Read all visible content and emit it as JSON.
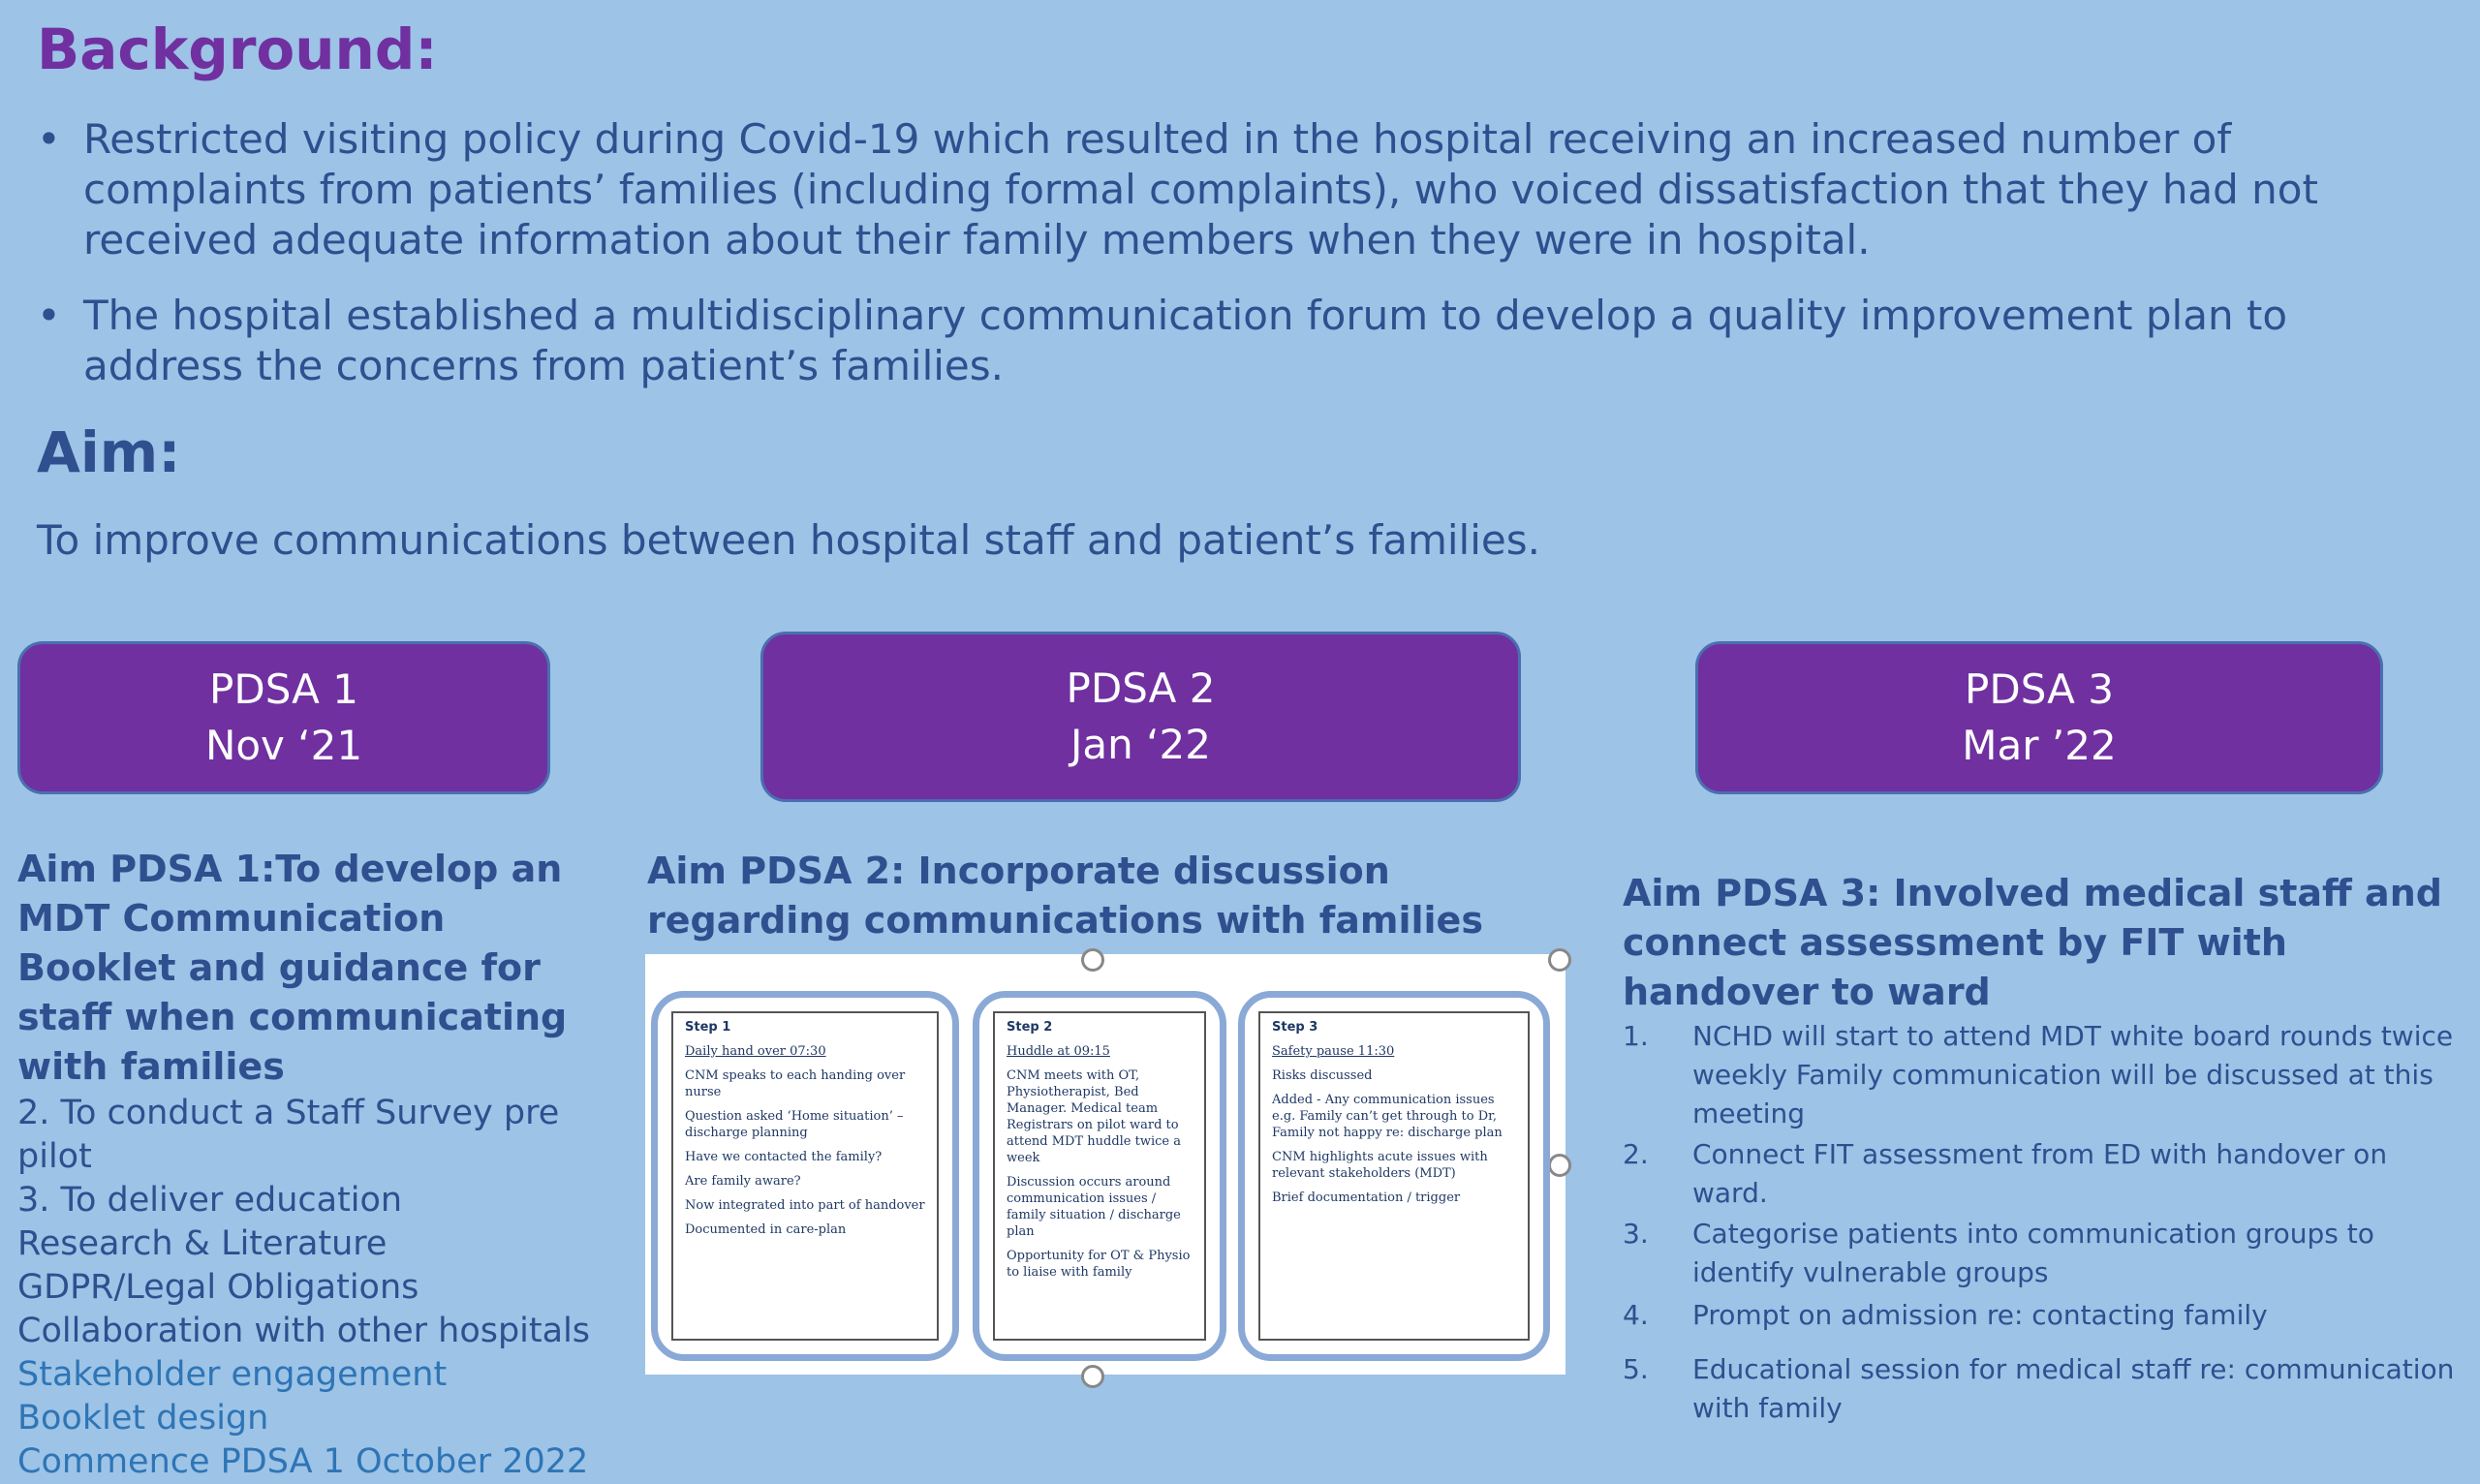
{
  "background": {
    "heading": "Background:",
    "bullets": [
      "Restricted visiting policy during Covid-19 which resulted in the hospital receiving an increased number of complaints from patients’ families (including formal complaints), who voiced dissatisfaction that they had not received adequate information about their family members when they were in hospital.",
      "The hospital established a multidisciplinary communication forum to develop a quality improvement plan to address the concerns from patient’s families."
    ]
  },
  "aim": {
    "heading": "Aim:",
    "text": "To improve communications between hospital staff and patient’s families."
  },
  "pdsa_buttons": [
    {
      "line1": "PDSA 1",
      "line2": "Nov ‘21"
    },
    {
      "line1": "PDSA 2",
      "line2": "Jan ‘22"
    },
    {
      "line1": "PDSA 3",
      "line2": "Mar ’22"
    }
  ],
  "col1": {
    "title": "Aim PDSA 1:To develop an MDT Communication Booklet and guidance for staff when communicating with families",
    "items": [
      "2. To conduct a Staff Survey pre pilot",
      "3. To  deliver education",
      "Research & Literature",
      "GDPR/Legal Obligations",
      "Collaboration with other hospitals",
      "Stakeholder engagement",
      "Booklet design",
      "Commence PDSA 1 October 2022"
    ]
  },
  "col2": {
    "title": "Aim PDSA 2: Incorporate discussion regarding communications with families",
    "steps": [
      {
        "title": "Step 1",
        "lines": [
          "Daily hand over 07:30",
          "CNM speaks to each handing over nurse",
          "Question asked ‘Home situation’ – discharge planning",
          "Have we contacted the family?",
          "Are family aware?",
          "Now integrated into part of handover",
          "Documented in care-plan"
        ]
      },
      {
        "title": "Step 2",
        "lines": [
          "Huddle at 09:15",
          "CNM meets with OT, Physiotherapist, Bed Manager. Medical team Registrars on pilot ward to attend MDT huddle twice a week",
          "Discussion occurs around communication issues / family situation / discharge plan",
          "Opportunity for OT & Physio to liaise with family"
        ]
      },
      {
        "title": "Step 3",
        "lines": [
          "Safety pause 11:30",
          "Risks discussed",
          "Added - Any communication issues e.g. Family can’t get through to Dr, Family not happy re: discharge plan",
          "CNM highlights acute issues with relevant stakeholders (MDT)",
          "Brief documentation / trigger"
        ]
      }
    ]
  },
  "col3": {
    "title": "Aim PDSA 3: Involved medical staff and connect assessment by FIT with handover to ward",
    "items": [
      {
        "num": "1.",
        "text": "NCHD will start to attend MDT white board rounds twice weekly Family communication will be discussed at this meeting"
      },
      {
        "num": "2.",
        "text": "Connect FIT assessment from ED with handover on ward."
      },
      {
        "num": "3.",
        "text": "Categorise patients into communication groups to identify vulnerable groups"
      },
      {
        "num": "4.",
        "text": "Prompt on admission re: contacting family"
      },
      {
        "num": "5.",
        "text": "Educational session for medical staff re: communication with family"
      }
    ]
  },
  "colors": {
    "background": "#9dc3e6",
    "purple": "#7030a0",
    "text_blue": "#2f4f8f",
    "link_blue": "#2e75b6"
  }
}
